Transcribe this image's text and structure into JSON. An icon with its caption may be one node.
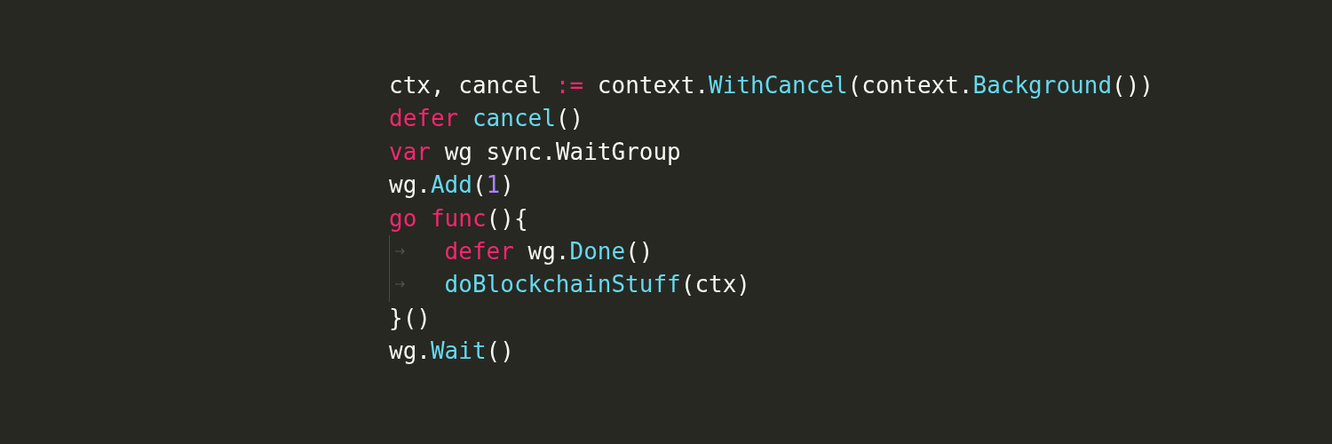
{
  "diagram": {
    "labels": [
      "ctx, cancel := context.WithCancel(context.Background())",
      "defer cancel()",
      "var wg sync.WaitGroup",
      "wg.Add(1)",
      "go func(){",
      "\tdefer wg.Done()",
      "\tdoBlockchainStuff(ctx)",
      "}()",
      "wg.Wait()"
    ]
  }
}
